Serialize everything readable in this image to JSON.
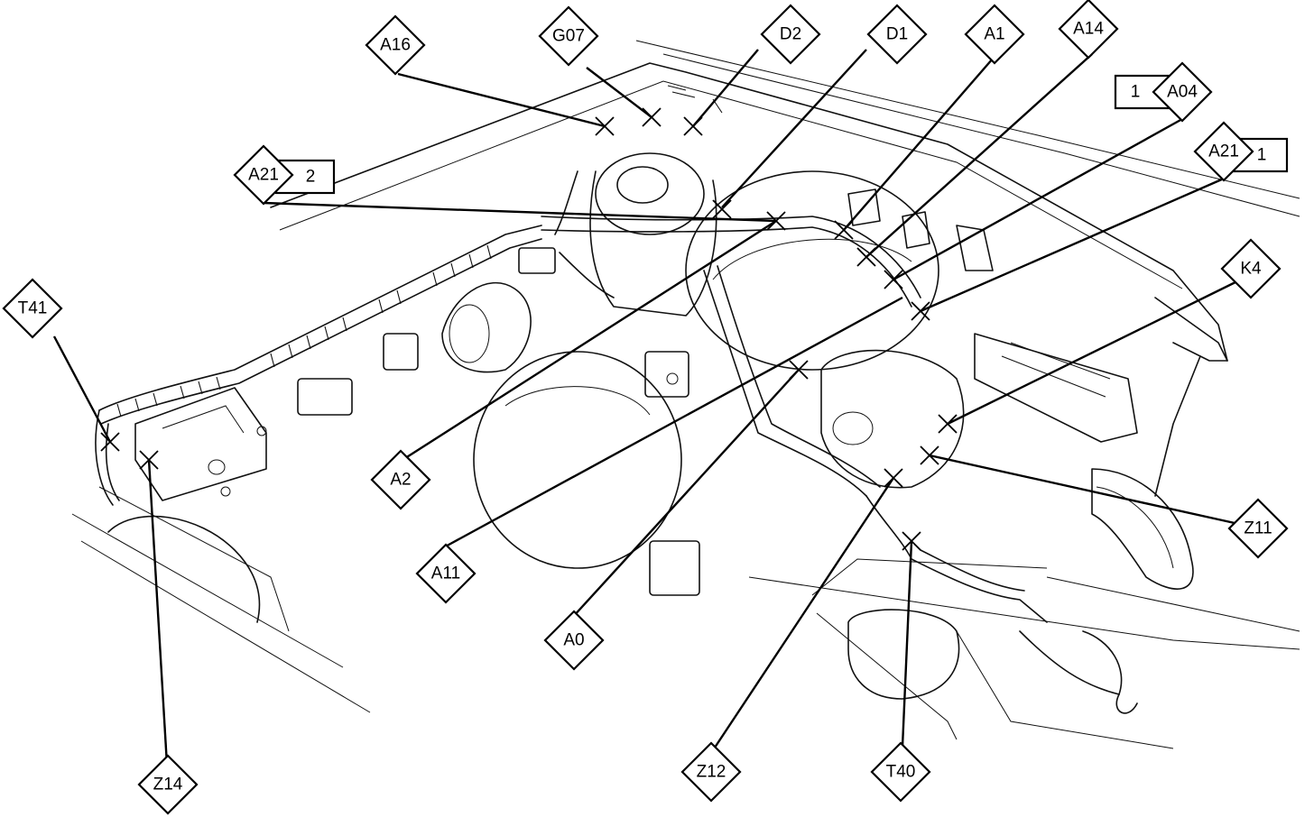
{
  "callouts": [
    {
      "id": "A16",
      "label": "A16"
    },
    {
      "id": "G07",
      "label": "G07"
    },
    {
      "id": "D2",
      "label": "D2"
    },
    {
      "id": "D1",
      "label": "D1"
    },
    {
      "id": "A1",
      "label": "A1"
    },
    {
      "id": "A14",
      "label": "A14"
    },
    {
      "id": "A04",
      "label": "A04",
      "box": "1"
    },
    {
      "id": "A21-right",
      "label": "A21",
      "box": "1"
    },
    {
      "id": "A21-left",
      "label": "A21",
      "box": "2"
    },
    {
      "id": "K4",
      "label": "K4"
    },
    {
      "id": "T41",
      "label": "T41"
    },
    {
      "id": "A2",
      "label": "A2"
    },
    {
      "id": "A11",
      "label": "A11"
    },
    {
      "id": "A0",
      "label": "A0"
    },
    {
      "id": "Z11",
      "label": "Z11"
    },
    {
      "id": "Z12",
      "label": "Z12"
    },
    {
      "id": "T40",
      "label": "T40"
    },
    {
      "id": "Z14",
      "label": "Z14"
    }
  ]
}
